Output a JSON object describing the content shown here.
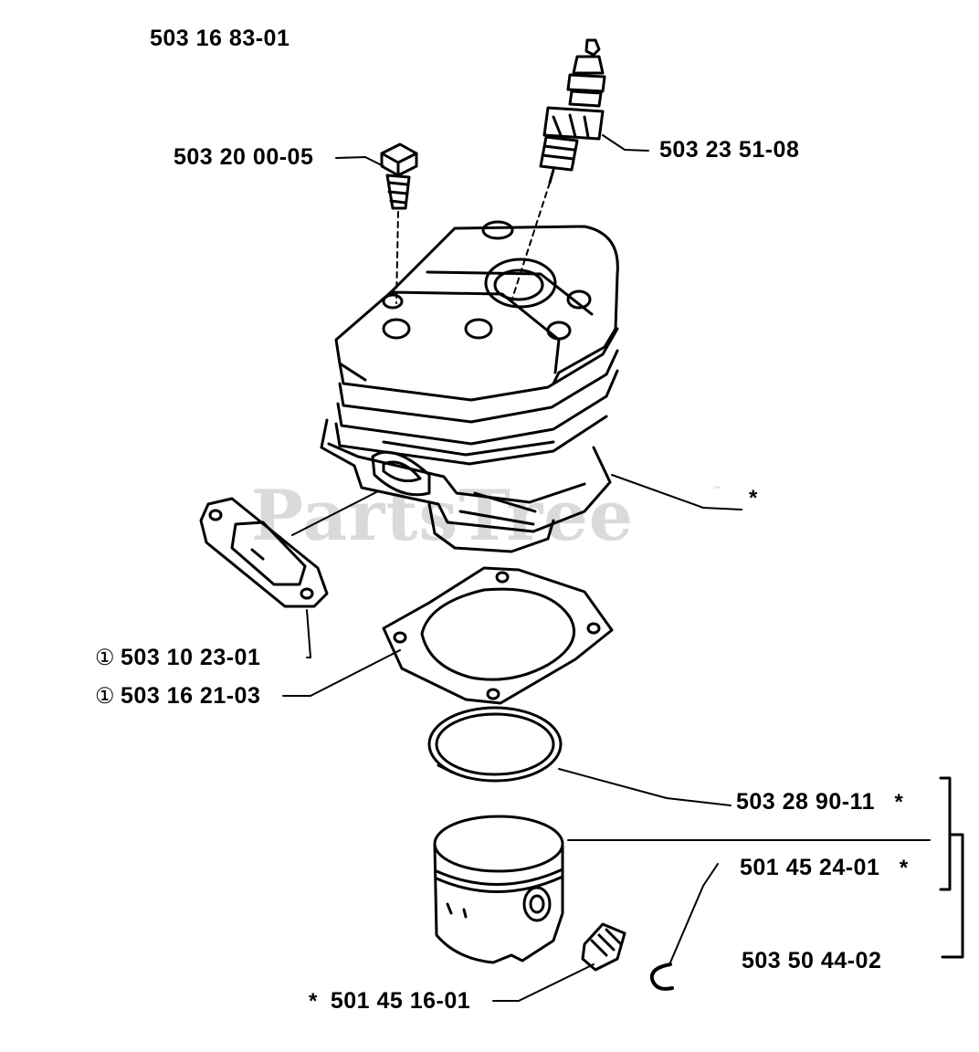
{
  "title": "503 16 83-01",
  "watermark": {
    "text": "PartsTree",
    "trademark": "™"
  },
  "parts": {
    "screw": "503 20 00-05",
    "spark_plug": "503 23 51-08",
    "cylinder_mark": "*",
    "gasket_1": {
      "symbol": "①",
      "number": "503 10 23-01"
    },
    "gasket_2": {
      "symbol": "①",
      "number": "503 16 21-03"
    },
    "piston_ring": {
      "number": "503 28 90-11",
      "mark": "*"
    },
    "piston": {
      "number": "501 45 24-01",
      "mark": "*"
    },
    "kit": "503 50 44-02",
    "bearing": {
      "mark": "*",
      "number": "501 45 16-01"
    }
  }
}
